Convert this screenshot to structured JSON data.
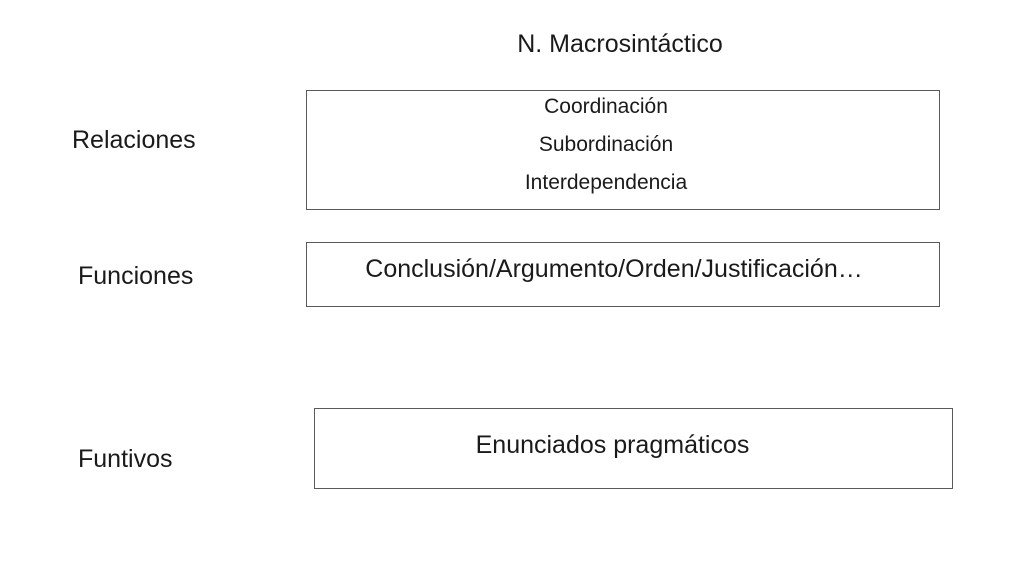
{
  "title": "N. Macrosintáctico",
  "rows": {
    "relaciones": {
      "label": "Relaciones",
      "items": [
        "Coordinación",
        "Subordinación",
        "Interdependencia"
      ]
    },
    "funciones": {
      "label": "Funciones",
      "text": "Conclusión/Argumento/Orden/Justificación…"
    },
    "funtivos": {
      "label": "Funtivos",
      "text": "Enunciados pragmáticos"
    }
  },
  "colors": {
    "background": "#ffffff",
    "text": "#1a1a1a",
    "border": "#5a5a5a"
  }
}
